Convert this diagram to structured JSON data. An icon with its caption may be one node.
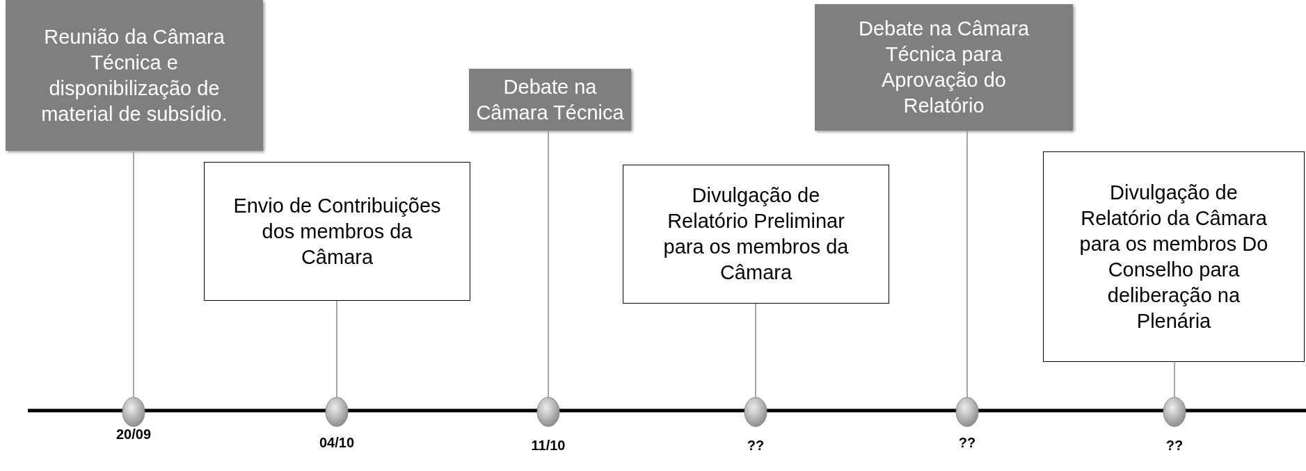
{
  "diagram": {
    "nodes": [
      {
        "text": [
          "Reunião da Câmara Técnica e disponibilização de material de subsídio."
        ]
      },
      {
        "text": [
          "Envio de Contribuições dos membros da Câmara"
        ]
      },
      {
        "text": [
          "Debate na Câmara Técnica"
        ]
      },
      {
        "text": [
          "Divulgação de Relatório Preliminar para os membros da Câmara"
        ]
      },
      {
        "text": [
          "Debate na Câmara Técnica para Aprovação do Relatório"
        ]
      },
      {
        "text": [
          "Divulgação de Relatório da Câmara para os membros Do Conselho para deliberação na Plenária"
        ]
      },
      {
        "text": [],
        "shape": "circle",
        "beside": [
          "20/09"
        ]
      },
      {
        "text": [],
        "shape": "circle",
        "beside": [
          "04/10"
        ]
      },
      {
        "text": [],
        "shape": "circle",
        "beside": [
          "11/10"
        ]
      },
      {
        "text": [],
        "shape": "circle",
        "beside": [
          "??"
        ]
      },
      {
        "text": [],
        "shape": "circle",
        "beside": [
          "??"
        ]
      },
      {
        "text": [],
        "shape": "circle",
        "beside": [
          "??"
        ]
      }
    ],
    "edges": [
      {
        "from": 0,
        "to": 6,
        "arrow": "none"
      },
      {
        "from": 1,
        "to": 7,
        "arrow": "none"
      },
      {
        "from": 2,
        "to": 8,
        "arrow": "none"
      },
      {
        "from": 3,
        "to": 9,
        "arrow": "none"
      },
      {
        "from": 4,
        "to": 10,
        "arrow": "none"
      },
      {
        "from": 5,
        "to": 11,
        "arrow": "none"
      }
    ]
  }
}
